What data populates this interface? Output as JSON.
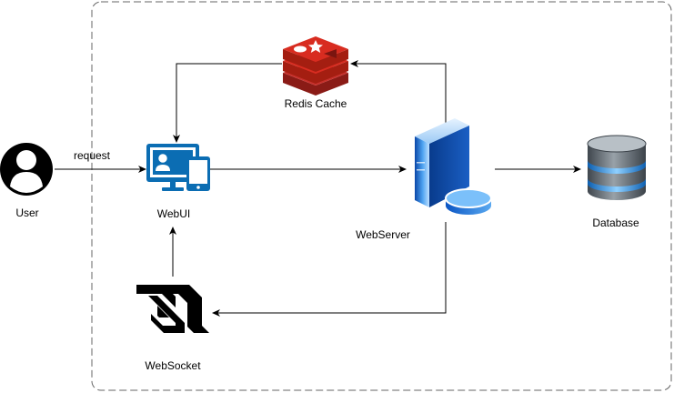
{
  "nodes": {
    "user": {
      "label": "User",
      "icon": "user-icon"
    },
    "webui": {
      "label": "WebUI",
      "icon": "monitor-devices-icon"
    },
    "redis": {
      "label": "Redis Cache",
      "icon": "redis-icon"
    },
    "webserver": {
      "label": "WebServer",
      "icon": "server-icon"
    },
    "database": {
      "label": "Database",
      "icon": "database-icon"
    },
    "websocket": {
      "label": "WebSocket",
      "icon": "websocket-icon"
    }
  },
  "edges": {
    "user_to_webui": {
      "label": "request"
    }
  },
  "colors": {
    "redis": "#c6302b",
    "webui": "#0b6db3",
    "server": "#1e88e5",
    "database": "#4a5560",
    "line": "#000000",
    "boundary": "#666666"
  }
}
